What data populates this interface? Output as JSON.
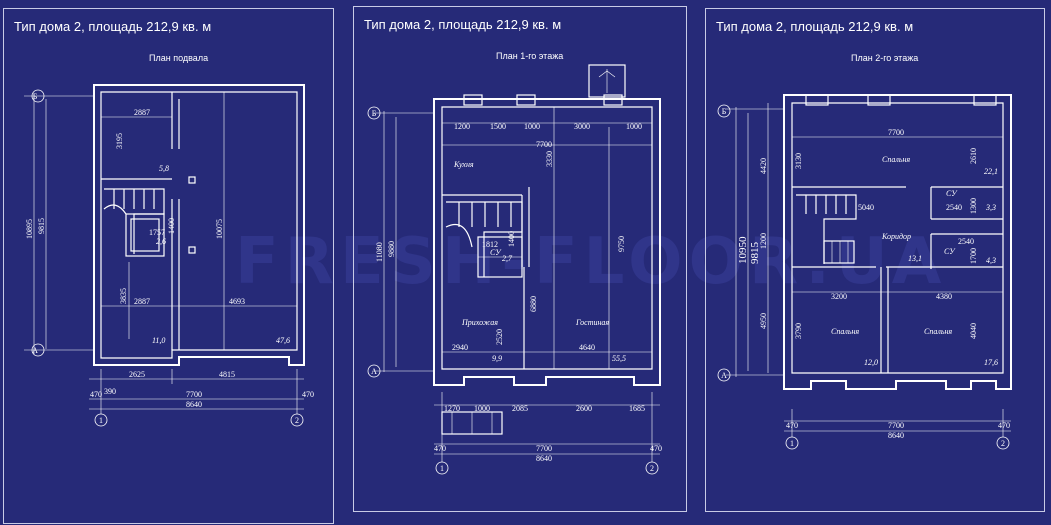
{
  "watermark": "FRESH-FLOOR.UA",
  "panels": [
    {
      "title": "Тип дома 2, площадь 212,9 кв. м",
      "subtitle": "План подвала",
      "axis_letters": [
        "Б",
        "А"
      ],
      "axis_numbers": [
        "1",
        "2"
      ],
      "dims_top": [
        "2887"
      ],
      "dims_inner": [
        "3195",
        "5,8",
        "2,6",
        "1757",
        "1400",
        "10075",
        "3835",
        "2887",
        "4693",
        "11,0",
        "47,6"
      ],
      "dims_vertical": [
        "10895",
        "9815"
      ],
      "dims_bottom": [
        "390",
        "2625",
        "4815",
        "470",
        "7700",
        "470",
        "8640"
      ]
    },
    {
      "title": "Тип дома 2, площадь 212,9 кв. м",
      "subtitle": "План 1-го этажа",
      "axis_letters": [
        "Б",
        "А"
      ],
      "axis_numbers": [
        "1",
        "2"
      ],
      "dims_top": [
        "1200",
        "1500",
        "1000",
        "3000",
        "1000",
        "7700"
      ],
      "dims_inner": [
        "3330",
        "Кухня",
        "1812",
        "1400",
        "СУ",
        "2,7",
        "6880",
        "9750",
        "Прихожая",
        "2520",
        "Гостиная",
        "2940",
        "4640",
        "9,9",
        "55,5"
      ],
      "dims_vertical": [
        "11080",
        "9880"
      ],
      "dims_bottom": [
        "1270",
        "1000",
        "2085",
        "2600",
        "1685",
        "470",
        "7700",
        "470",
        "8640"
      ]
    },
    {
      "title": "Тип дома 2, площадь 212,9 кв. м",
      "subtitle": "План 2-го этажа",
      "axis_letters": [
        "Б",
        "А"
      ],
      "axis_numbers": [
        "1",
        "2"
      ],
      "dims_top": [
        "7700"
      ],
      "dims_inner": [
        "3130",
        "Спальня",
        "2610",
        "22,1",
        "СУ",
        "5040",
        "2540",
        "3,3",
        "1300",
        "Коридор",
        "2540",
        "СУ",
        "13,1",
        "1700",
        "4,3",
        "3200",
        "4380",
        "3790",
        "Спальня",
        "Спальня",
        "4040",
        "12,0",
        "17,6"
      ],
      "dims_vertical": [
        "10950",
        "9815",
        "4420",
        "1200",
        "4950"
      ],
      "dims_bottom": [
        "470",
        "7700",
        "470",
        "8640"
      ]
    }
  ]
}
